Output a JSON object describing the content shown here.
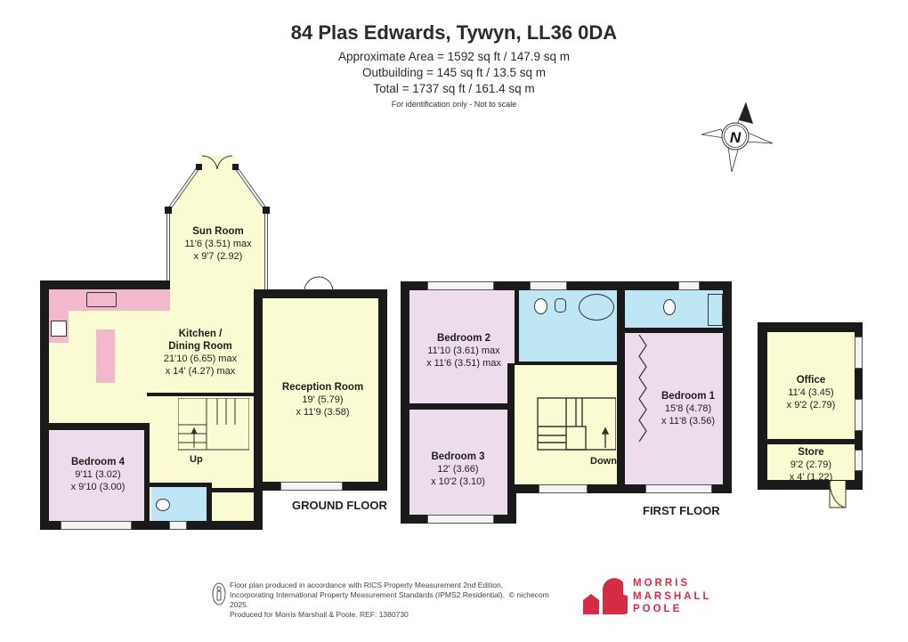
{
  "header": {
    "title": "84 Plas Edwards, Tywyn, LL36 0DA",
    "area": "Approximate Area = 1592 sq ft / 147.9 sq m",
    "outbuilding": "Outbuilding = 145 sq ft / 13.5 sq m",
    "total": "Total = 1737 sq ft / 161.4 sq m",
    "note": "For identification only - Not to scale"
  },
  "compass": {
    "label": "N"
  },
  "ground_floor": {
    "label": "GROUND FLOOR",
    "rooms": {
      "sun_room": {
        "name": "Sun Room",
        "dim1": "11'6 (3.51) max",
        "dim2": "x 9'7 (2.92)"
      },
      "kitchen": {
        "name1": "Kitchen /",
        "name2": "Dining Room",
        "dim1": "21'10 (6.65) max",
        "dim2": "x 14' (4.27) max"
      },
      "reception": {
        "name": "Reception Room",
        "dim1": "19' (5.79)",
        "dim2": "x 11'9 (3.58)"
      },
      "bedroom4": {
        "name": "Bedroom 4",
        "dim1": "9'11 (3.02)",
        "dim2": "x 9'10 (3.00)"
      }
    },
    "stairs_label": "Up"
  },
  "first_floor": {
    "label": "FIRST FLOOR",
    "rooms": {
      "bedroom2": {
        "name": "Bedroom 2",
        "dim1": "11'10 (3.61) max",
        "dim2": "x 11'6 (3.51) max"
      },
      "bedroom3": {
        "name": "Bedroom 3",
        "dim1": "12' (3.66)",
        "dim2": "x 10'2 (3.10)"
      },
      "bedroom1": {
        "name": "Bedroom 1",
        "dim1": "15'8 (4.78)",
        "dim2": "x 11'8 (3.56)"
      }
    },
    "stairs_label": "Down"
  },
  "outbuilding": {
    "office": {
      "name": "Office",
      "dim1": "11'4 (3.45)",
      "dim2": "x 9'2 (2.79)"
    },
    "store": {
      "name": "Store",
      "dim1": "9'2 (2.79)",
      "dim2": "x 4' (1.22)"
    }
  },
  "footer": {
    "line1": "Floor plan produced in accordance with RICS Property Measurement 2nd Edition,",
    "line2": "Incorporating International Property Measurement Standards (IPMS2 Residential).",
    "copyright": "© nichecom 2025.",
    "line3": "Produced for Morris Marshall & Poole.   REF: 1380730"
  },
  "brand": {
    "line1": "MORRIS",
    "line2": "MARSHALL",
    "line3": "POOLE",
    "color": "#d62b45"
  }
}
